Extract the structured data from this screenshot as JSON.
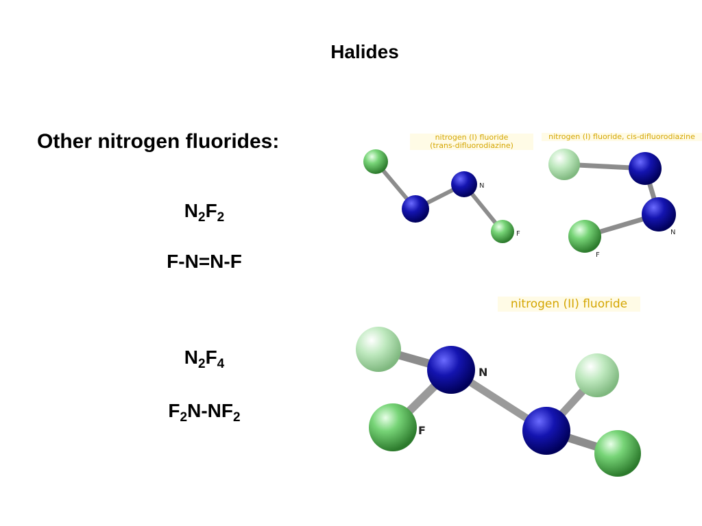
{
  "slide": {
    "title": "Halides",
    "subtitle": "Other nitrogen fluorides:"
  },
  "formulas": {
    "n2f2": {
      "a": "N",
      "a_sub": "2",
      "b": "F",
      "b_sub": "2"
    },
    "n2f2_structure": "F-N=N-F",
    "n2f4": {
      "a": "N",
      "a_sub": "2",
      "b": "F",
      "b_sub": "4"
    },
    "n2f4_structure": {
      "a": "F",
      "a_sub": "2",
      "b": "N-NF",
      "b_sub": "2"
    }
  },
  "molecules": {
    "trans": {
      "label_line1": "nitrogen (I) fluoride",
      "label_line2": "(trans-difluorodiazine)",
      "n_letter": "N",
      "f_letter": "F"
    },
    "cis": {
      "label": "nitrogen (I) fluoride, cis-difluorodiazine",
      "n_letter": "N",
      "f_letter": "F"
    },
    "n2f4": {
      "label": "nitrogen (II) fluoride",
      "n_letter": "N",
      "f_letter": "F"
    }
  },
  "colors": {
    "nitrogen": "#0a0a9a",
    "fluorine": "#66cc66",
    "fluorine_light": "#b9e6b9",
    "bond": "#9a9a9a",
    "label_text": "#d4a500"
  }
}
